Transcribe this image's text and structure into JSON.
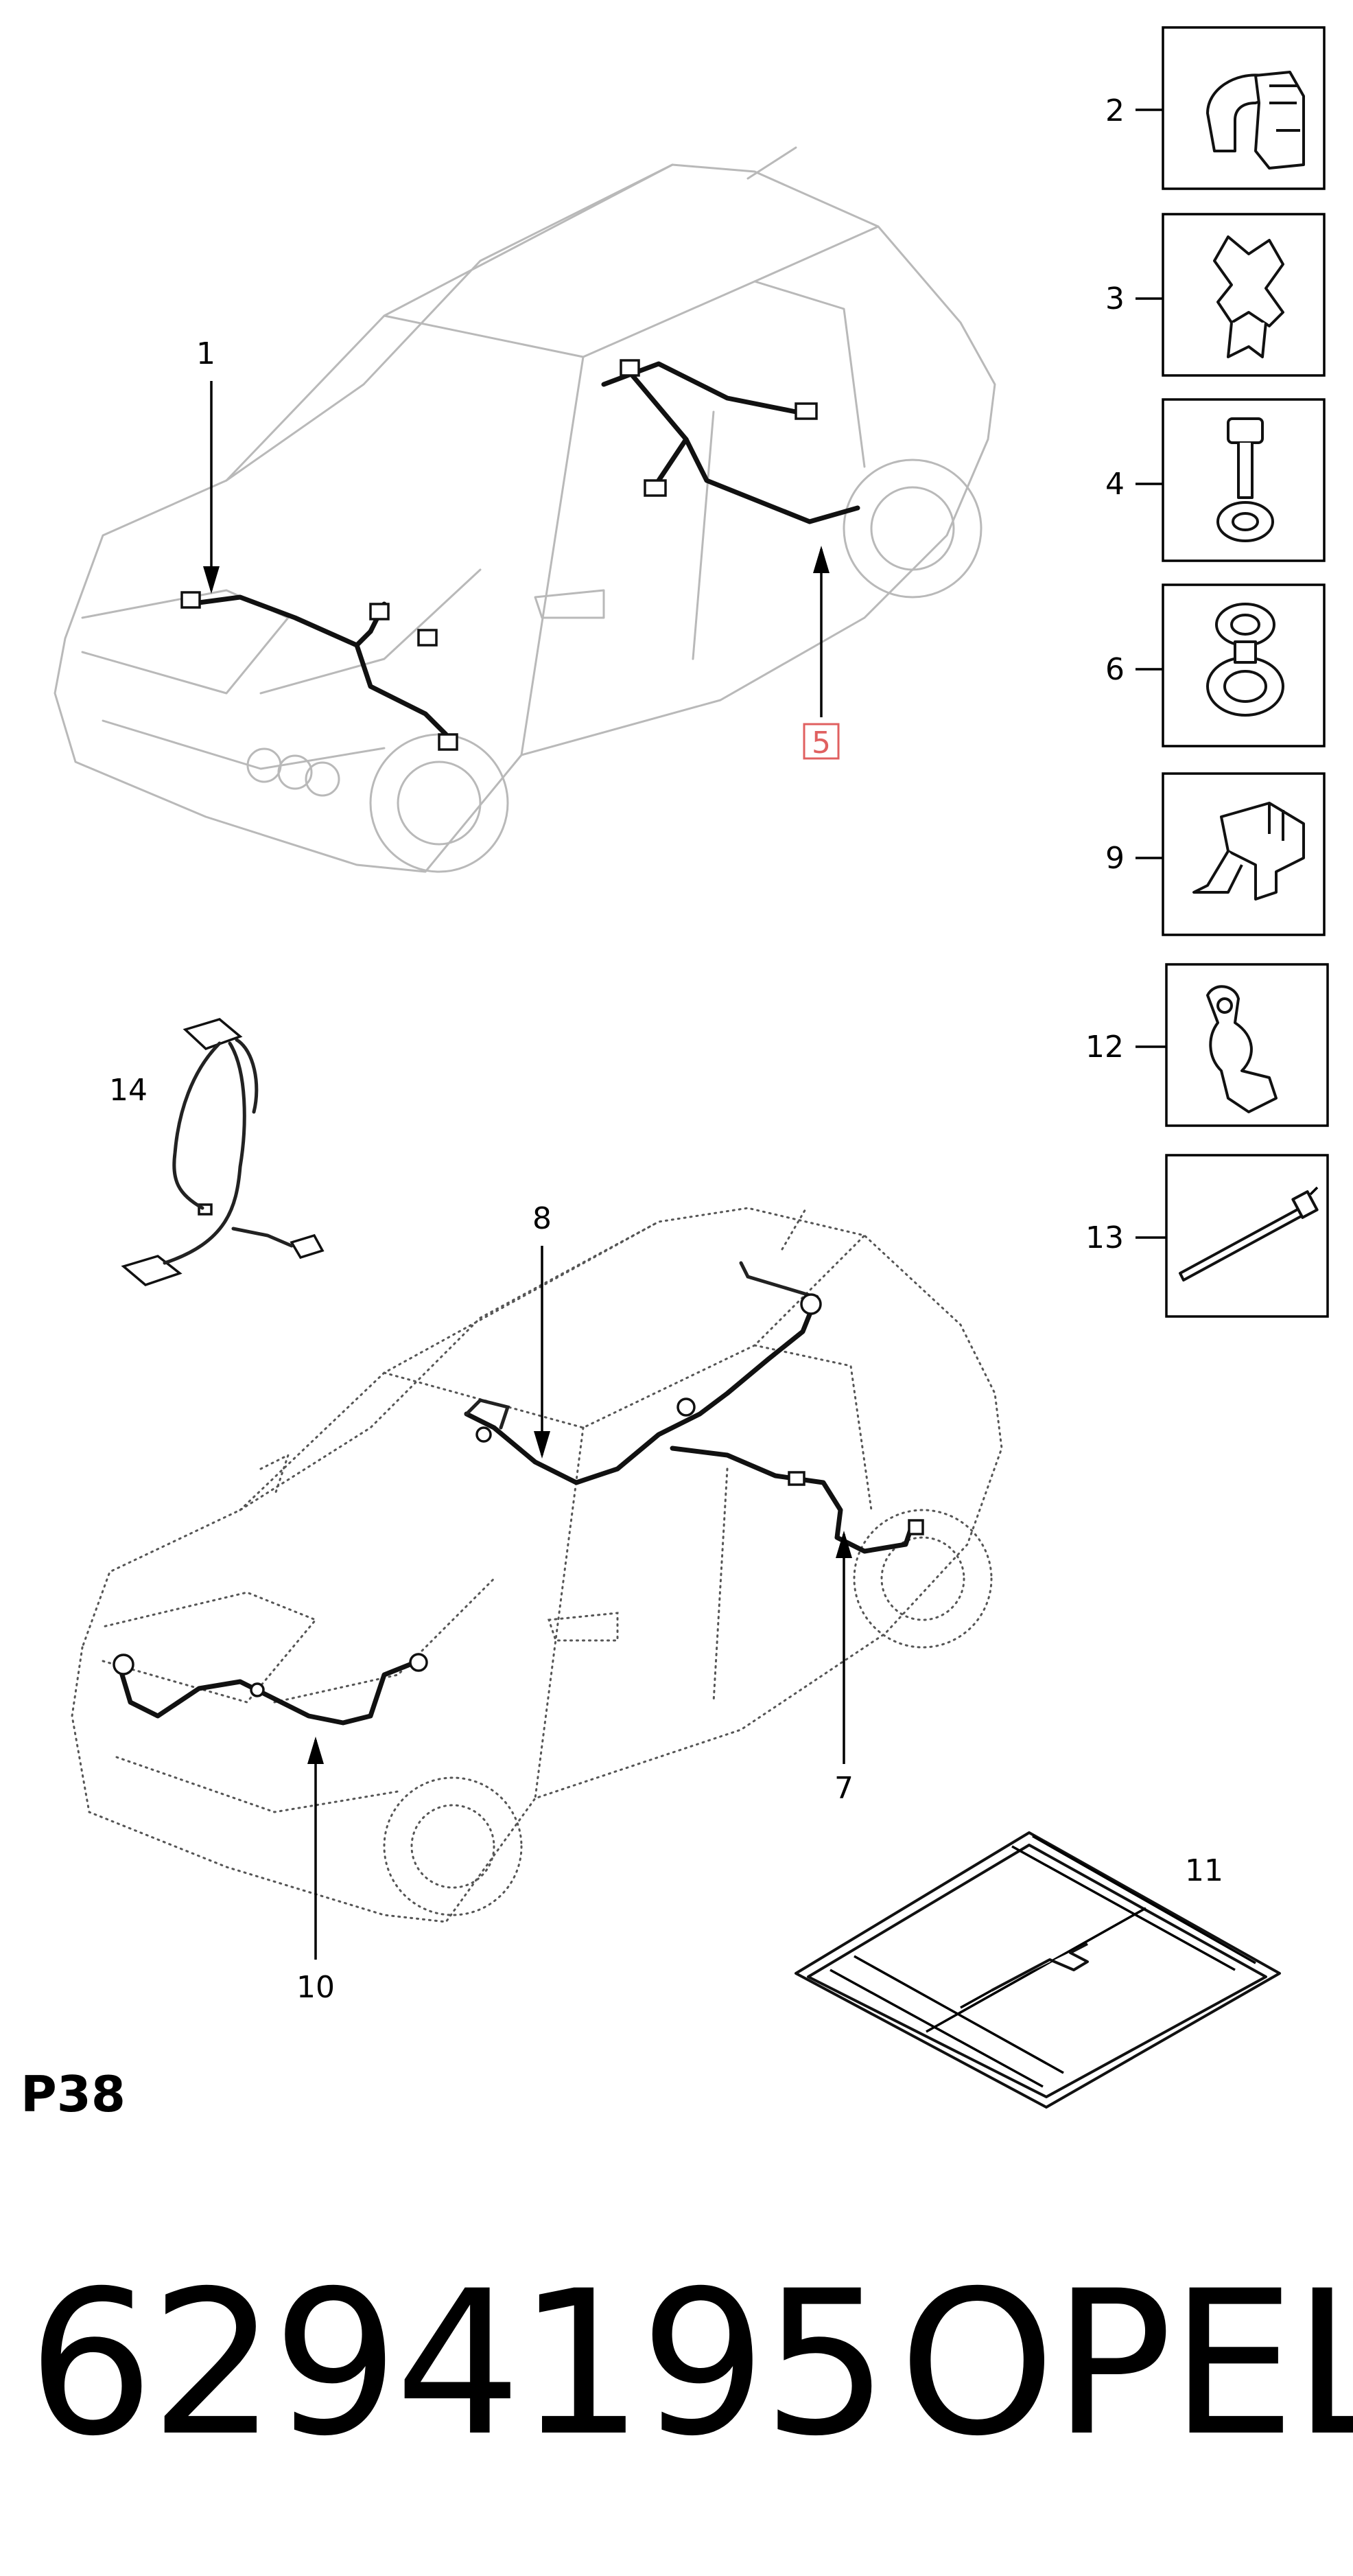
{
  "callouts": {
    "c1": "1",
    "c2": "2",
    "c3": "3",
    "c4": "4",
    "c5": "5",
    "c6": "6",
    "c7": "7",
    "c8": "8",
    "c9": "9",
    "c10": "10",
    "c11": "11",
    "c12": "12",
    "c13": "13",
    "c14": "14"
  },
  "highlight_color": "#e06060",
  "page_code": "P38",
  "footer": {
    "part_number": "6294195",
    "brand": "OPEL"
  }
}
